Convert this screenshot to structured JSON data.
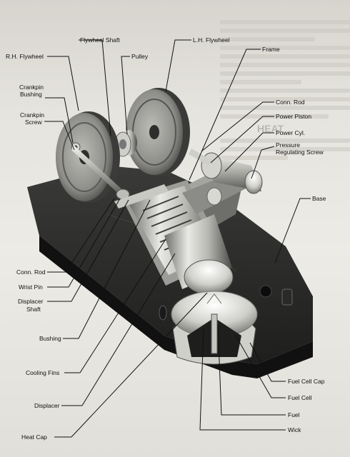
{
  "labels": {
    "rh_flywheel": "R.H. Flywheel",
    "flywheel_shaft": "Flywheel Shaft",
    "pulley": "Pulley",
    "lh_flywheel": "L.H. Flywheel",
    "frame": "Frame",
    "crankpin_bushing_1": "Crankpin",
    "crankpin_bushing_2": "Bushing",
    "crankpin_screw_1": "Crankpin",
    "crankpin_screw_2": "Screw",
    "conn_rod_right": "Conn. Rod",
    "power_piston": "Power Piston",
    "power_cyl": "Power Cyl.",
    "pressure_screw_1": "Pressure",
    "pressure_screw_2": "Regulating Screw",
    "base": "Base",
    "conn_rod_left": "Conn. Rod",
    "wrist_pin": "Wrist Pin",
    "displacer_shaft_1": "Displacer",
    "displacer_shaft_2": "Shaft",
    "bushing": "Bushing",
    "cooling_fins": "Cooling Fins",
    "displacer": "Displacer",
    "heat_cap": "Heat Cap",
    "fuel_cell_cap": "Fuel Cell Cap",
    "fuel_cell": "Fuel Cell",
    "fuel": "Fuel",
    "wick": "Wick"
  },
  "background_heading": "HEAT"
}
